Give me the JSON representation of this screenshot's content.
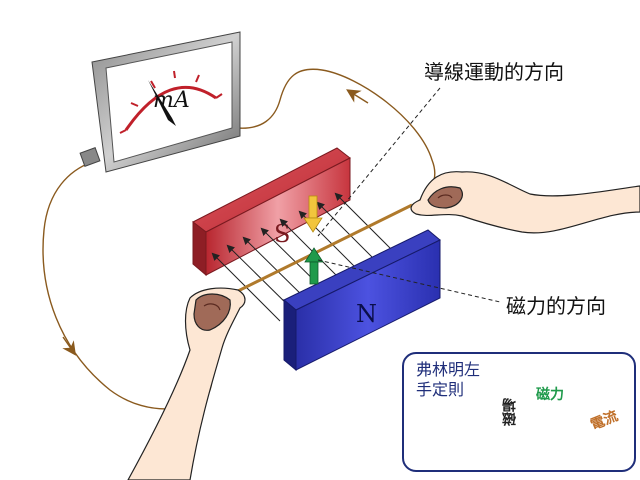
{
  "meter": {
    "unit": "mA"
  },
  "magnets": {
    "south": "S",
    "north": "N"
  },
  "labels": {
    "motion_direction": "導線運動的方向",
    "force_direction": "磁力的方向"
  },
  "rule_box": {
    "title": "弗林明左手定則",
    "axes": {
      "field": "磁場",
      "force": "磁力",
      "current": "電流"
    }
  },
  "colors": {
    "magnet_south": "#c4363f",
    "magnet_north": "#2f35b8",
    "wire": "#8a5a1e",
    "motion_arrow": "#f2c53d",
    "force_arrow": "#1f9a4b",
    "field_lines": "#222222",
    "rule_border": "#1f2e7a",
    "field_axis": "#222222",
    "force_axis": "#1f9a4b",
    "current_axis": "#c0702a"
  }
}
